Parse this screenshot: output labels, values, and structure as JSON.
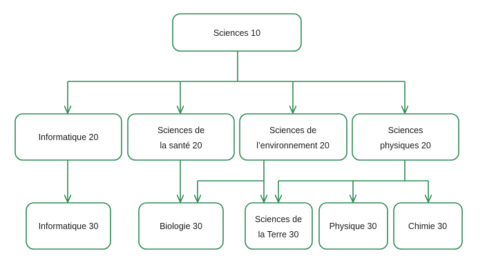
{
  "diagram": {
    "line_color": "#2e8b57",
    "nodes": {
      "sciences_10": {
        "lines": [
          "Sciences  10"
        ]
      },
      "informatique_20": {
        "lines": [
          "Informatique  20"
        ]
      },
      "sciences_sante_20": {
        "lines": [
          "Sciences  de",
          "la santé  20"
        ]
      },
      "sciences_environnement_20": {
        "lines": [
          "Sciences  de",
          "l’environnement  20"
        ]
      },
      "sciences_physiques_20": {
        "lines": [
          "Sciences",
          "physiques  20"
        ]
      },
      "informatique_30": {
        "lines": [
          "Informatique  30"
        ]
      },
      "biologie_30": {
        "lines": [
          "Biologie  30"
        ]
      },
      "sciences_terre_30": {
        "lines": [
          "Sciences  de",
          "la Terre  30"
        ]
      },
      "physique_30": {
        "lines": [
          "Physique  30"
        ]
      },
      "chimie_30": {
        "lines": [
          "Chimie  30"
        ]
      }
    },
    "edges": [
      [
        "sciences_10",
        "informatique_20"
      ],
      [
        "sciences_10",
        "sciences_sante_20"
      ],
      [
        "sciences_10",
        "sciences_environnement_20"
      ],
      [
        "sciences_10",
        "sciences_physiques_20"
      ],
      [
        "informatique_20",
        "informatique_30"
      ],
      [
        "sciences_sante_20",
        "biologie_30"
      ],
      [
        "sciences_environnement_20",
        "biologie_30"
      ],
      [
        "sciences_environnement_20",
        "sciences_terre_30"
      ],
      [
        "sciences_physiques_20",
        "sciences_terre_30"
      ],
      [
        "sciences_physiques_20",
        "physique_30"
      ],
      [
        "sciences_physiques_20",
        "chimie_30"
      ]
    ]
  }
}
